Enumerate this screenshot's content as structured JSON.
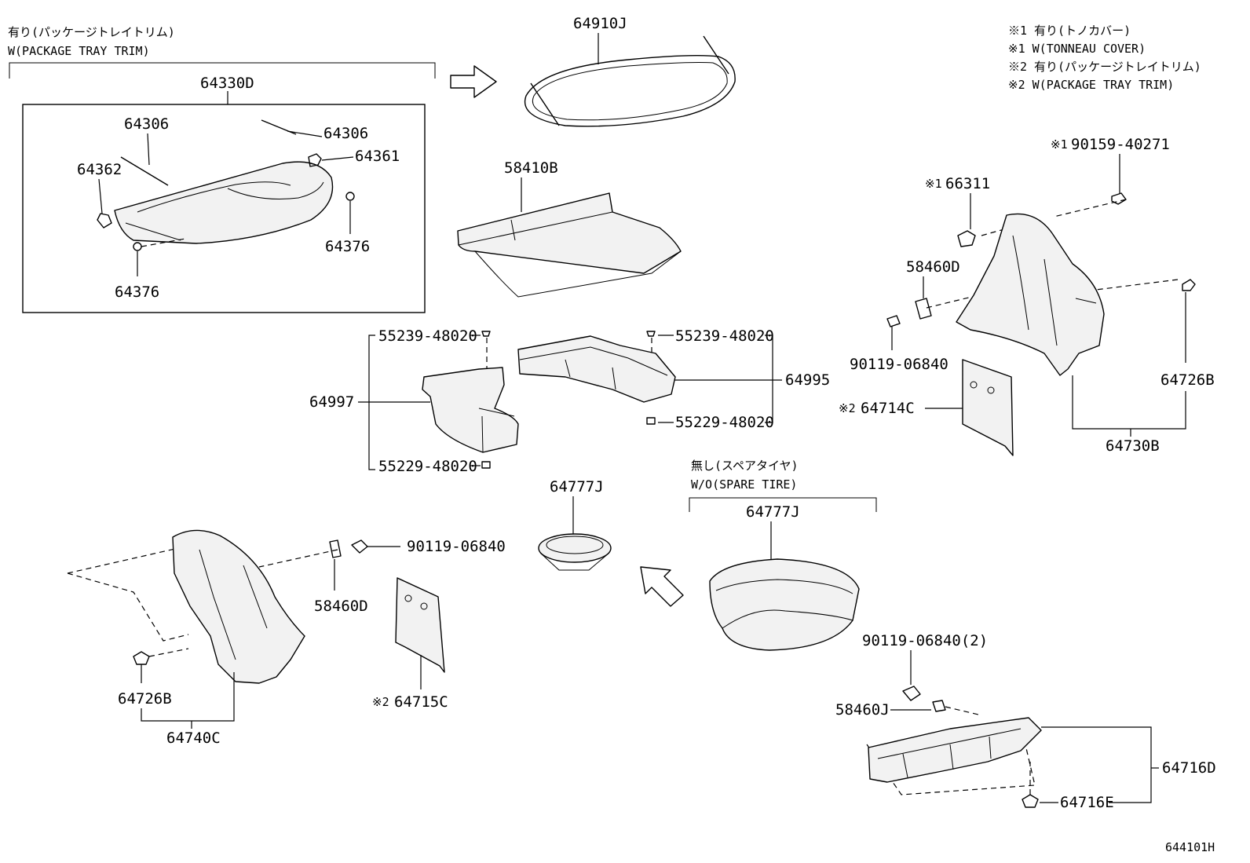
{
  "footer_code": "644101H",
  "notes": {
    "n1": "※1 有り(トノカバー)",
    "n2": "※1 W(TONNEAU COVER)",
    "n3": "※2 有り(パッケージトレイトリム)",
    "n4": "※2 W(PACKAGE TRAY TRIM)"
  },
  "groups": {
    "tray_jp": "有り(パッケージトレイトリム)",
    "tray_en": "W(PACKAGE TRAY TRIM)",
    "spare_jp": "無し(スペアタイヤ)",
    "spare_en": "W/O(SPARE TIRE)"
  },
  "parts": {
    "p64330D": "64330D",
    "p64306a": "64306",
    "p64306b": "64306",
    "p64361": "64361",
    "p64362": "64362",
    "p64376a": "64376",
    "p64376b": "64376",
    "p64910J": "64910J",
    "p58410B": "58410B",
    "p55239a": "55239-48020",
    "p55239b": "55239-48020",
    "p55229a": "55229-48020",
    "p55229b": "55229-48020",
    "p64997": "64997",
    "p64995": "64995",
    "p90159": "90159-40271",
    "m90159": "※1",
    "p66311": "66311",
    "m66311": "※1",
    "p58460Da": "58460D",
    "p90119a": "90119-06840",
    "p64714C": "64714C",
    "m64714C": "※2",
    "p64726Ba": "64726B",
    "p64730B": "64730B",
    "p64777Ja": "64777J",
    "p64777Jb": "64777J",
    "p90119b": "90119-06840",
    "p58460Db": "58460D",
    "p64715C": "64715C",
    "m64715C": "※2",
    "p64726Bb": "64726B",
    "p64740C": "64740C",
    "p90119c": "90119-06840(2)",
    "p58460J": "58460J",
    "p64716D": "64716D",
    "p64716E": "64716E"
  }
}
